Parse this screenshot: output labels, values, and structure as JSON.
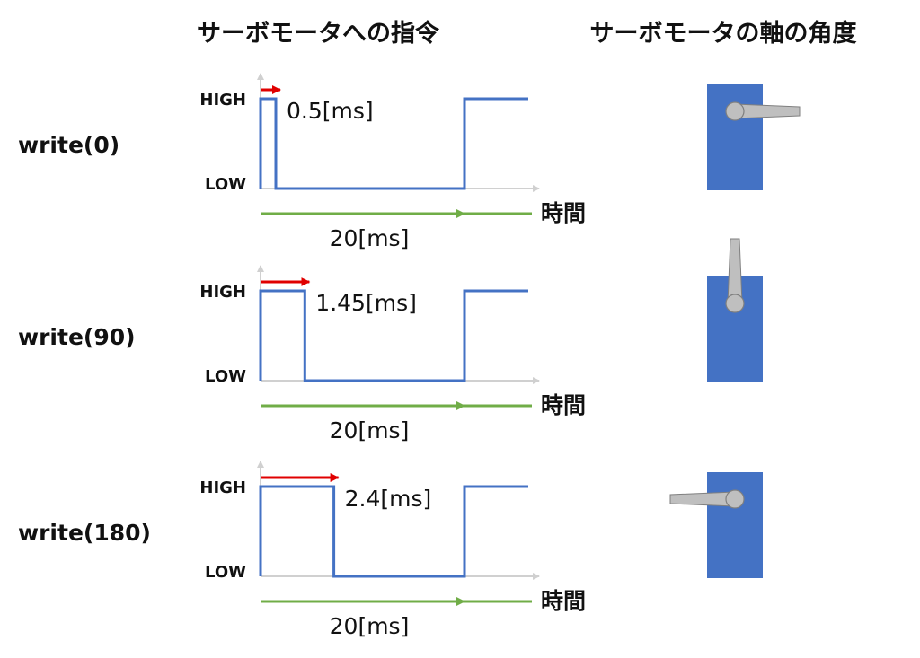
{
  "headers": {
    "command": "サーボモータへの指令",
    "angle": "サーボモータの軸の角度"
  },
  "colors": {
    "signal": "#4472C4",
    "pulse_width_arrow": "#E00000",
    "period_arrow": "#70AD47",
    "axis": "#D0D0D0",
    "servo_body": "#4472C4",
    "servo_horn": "#BFBFBF"
  },
  "rows": [
    {
      "command": "write(0)",
      "high_label": "HIGH",
      "low_label": "LOW",
      "pulse_width_ms": 0.5,
      "pulse_label": "0.5[ms]",
      "period_ms": 20,
      "period_label": "20[ms]",
      "time_label": "時間",
      "horn_angle_deg": 0
    },
    {
      "command": "write(90)",
      "high_label": "HIGH",
      "low_label": "LOW",
      "pulse_width_ms": 1.45,
      "pulse_label": "1.45[ms]",
      "period_ms": 20,
      "period_label": "20[ms]",
      "time_label": "時間",
      "horn_angle_deg": 90
    },
    {
      "command": "write(180)",
      "high_label": "HIGH",
      "low_label": "LOW",
      "pulse_width_ms": 2.4,
      "pulse_label": "2.4[ms]",
      "period_ms": 20,
      "period_label": "20[ms]",
      "time_label": "時間",
      "horn_angle_deg": 180
    }
  ]
}
